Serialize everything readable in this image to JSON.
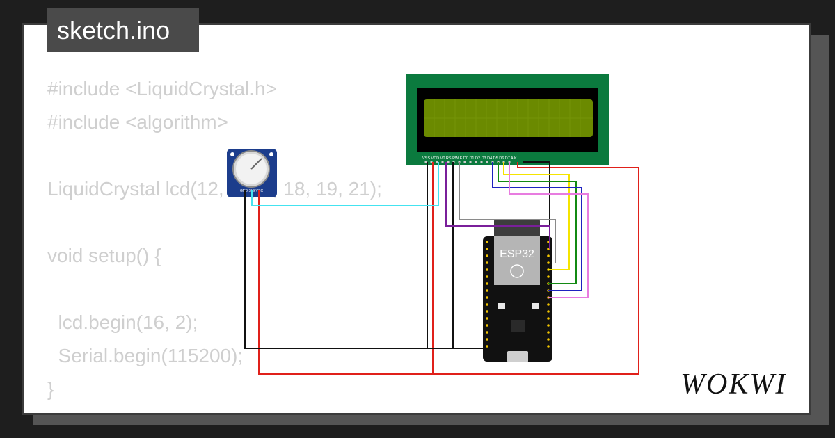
{
  "editor": {
    "file_tab": "sketch.ino",
    "code_lines": [
      "#include <LiquidCrystal.h>",
      "#include <algorithm>",
      "",
      "LiquidCrystal lcd(12, 13, 5, 18, 19, 21);",
      "",
      "void setup() {",
      "",
      "  lcd.begin(16, 2);",
      "  Serial.begin(115200);",
      "}"
    ]
  },
  "diagram": {
    "board_label": "ESP32",
    "lcd_pin_labels": "VSS VDD V0 RS RW E D0 D1 D2 D3 D4 D5 D6 D7 A K",
    "pot_pin_labels": "GND SIG VCC"
  },
  "brand": {
    "logo": "WOKWI"
  },
  "colors": {
    "lcd_board": "#0b7a3e",
    "lcd_screen": "#6b8a00",
    "pot_board": "#1c3d8c",
    "wire_red": "#e0201a",
    "wire_black": "#111111",
    "wire_cyan": "#44e3f0",
    "wire_purple": "#7a1f9a",
    "wire_yellow": "#f5e400",
    "wire_green": "#138a13",
    "wire_blue": "#1f22c0",
    "wire_pink": "#e87ce0",
    "wire_gray": "#8a8a8a"
  }
}
